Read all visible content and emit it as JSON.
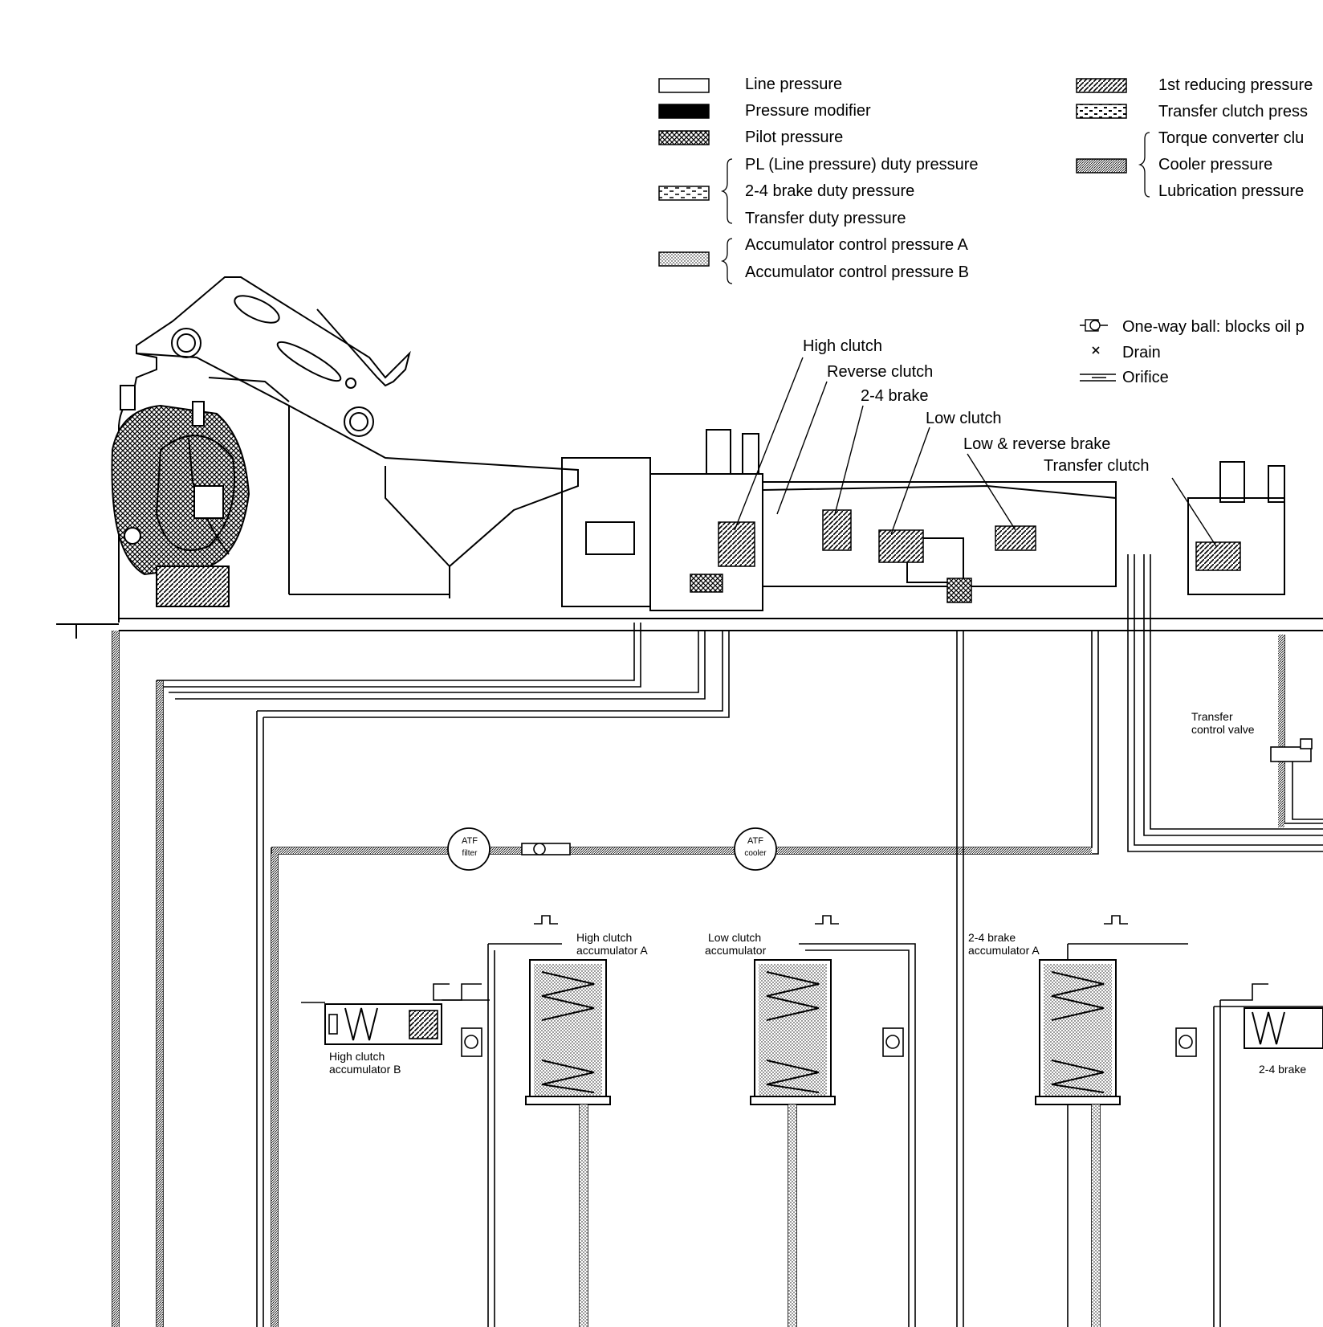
{
  "legend": {
    "left": [
      {
        "label": "Line pressure",
        "pattern": "white"
      },
      {
        "label": "Pressure modifier",
        "pattern": "black"
      },
      {
        "label": "Pilot pressure",
        "pattern": "crosshatch"
      }
    ],
    "duty_group": {
      "pattern": "dashed",
      "items": [
        "PL (Line pressure) duty pressure",
        "2-4 brake duty pressure",
        "Transfer duty pressure"
      ]
    },
    "accumulator_group": {
      "pattern": "dots",
      "items": [
        "Accumulator control pressure A",
        "Accumulator control pressure B"
      ]
    },
    "right": [
      {
        "label": "1st reducing pressure",
        "pattern": "diagonal"
      },
      {
        "label": "Transfer clutch press",
        "pattern": "blocks"
      }
    ],
    "lube_group": {
      "pattern": "fine",
      "items": [
        "Torque converter clu",
        "Cooler pressure",
        "Lubrication pressure"
      ]
    }
  },
  "symbols": [
    {
      "icon": "one-way-ball-icon",
      "label": "One-way ball: blocks oil p"
    },
    {
      "icon": "drain-icon",
      "label": "Drain"
    },
    {
      "icon": "orifice-icon",
      "label": "Orifice"
    }
  ],
  "component_labels": {
    "high_clutch": "High clutch",
    "reverse_clutch": "Reverse clutch",
    "brake_2_4": "2-4 brake",
    "low_clutch": "Low clutch",
    "low_reverse_brake": "Low & reverse brake",
    "transfer_clutch": "Transfer clutch"
  },
  "small_labels": {
    "transfer_control_valve_1": "Transfer",
    "transfer_control_valve_2": "control valve",
    "atf_filter_1": "ATF",
    "atf_filter_2": "filter",
    "atf_cooler_1": "ATF",
    "atf_cooler_2": "cooler",
    "high_clutch_acc_a_1": "High clutch",
    "high_clutch_acc_a_2": "accumulator A",
    "low_clutch_acc_1": "Low clutch",
    "low_clutch_acc_2": "accumulator",
    "brake_acc_a_1": "2-4 brake",
    "brake_acc_a_2": "accumulator A",
    "high_clutch_acc_b_1": "High clutch",
    "high_clutch_acc_b_2": "accumulator B",
    "brake_acc_b": "2-4 brake"
  },
  "colors": {
    "ink": "#000000",
    "paper": "#ffffff"
  }
}
